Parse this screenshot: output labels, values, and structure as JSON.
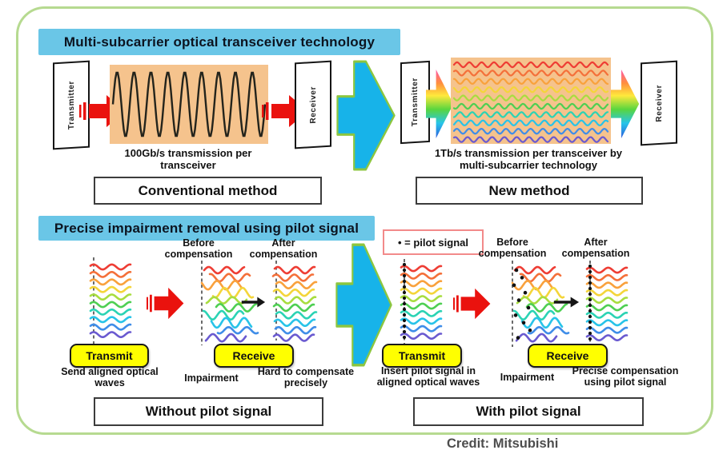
{
  "colors": {
    "header_bg": "#6ac6e7",
    "frame_border": "#b6da90",
    "fiber_box_bg": "#f5c38d",
    "red_arrow": "#ea120e",
    "blue_arrow_fill": "#17b3e9",
    "blue_arrow_border": "#8cc63f",
    "yellow_button_bg": "#ffff00",
    "legend_border": "#f28a8a"
  },
  "wave_palette": [
    "#ee3d34",
    "#f4703a",
    "#f9a13c",
    "#f4d53a",
    "#a8dd3f",
    "#4ecf52",
    "#2bd3b4",
    "#28c3e8",
    "#3f8de8",
    "#6a5ad0"
  ],
  "top": {
    "header": "Multi-subcarrier optical transceiver technology",
    "conventional": {
      "transmitter": "Transmitter",
      "receiver": "Receiver",
      "caption": "100Gb/s transmission per transceiver",
      "method": "Conventional method"
    },
    "new_method": {
      "transmitter": "Transmitter",
      "receiver": "Receiver",
      "caption": "1Tb/s transmission per transceiver by multi-subcarrier technology",
      "method": "New method"
    }
  },
  "bottom": {
    "header": "Precise impairment removal using pilot signal",
    "without_pilot": {
      "before_label": "Before compensation",
      "after_label": "After compensation",
      "transmit": "Transmit",
      "receive": "Receive",
      "transmit_caption": "Send aligned optical waves",
      "impairment": "Impairment",
      "receive_caption": "Hard to compensate precisely",
      "method": "Without pilot signal"
    },
    "with_pilot": {
      "legend": "• = pilot signal",
      "before_label": "Before compensation",
      "after_label": "After compensation",
      "transmit": "Transmit",
      "receive": "Receive",
      "transmit_caption": "Insert pilot signal in aligned optical waves",
      "impairment": "Impairment",
      "receive_caption": "Precise compensation using pilot signal",
      "method": "With pilot signal"
    }
  },
  "credit": "Credit: Mitsubishi"
}
